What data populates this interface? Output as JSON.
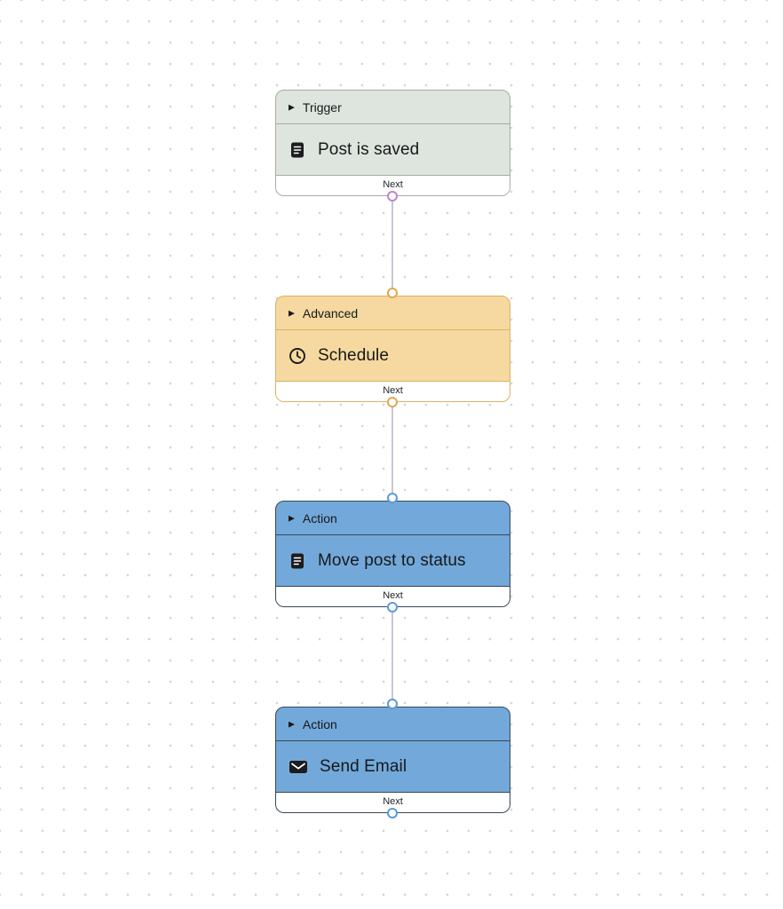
{
  "canvas": {
    "background": "#ffffff",
    "dot_color": "#d6d6da",
    "edge_color": "#c9c7d2"
  },
  "icons": {
    "caret": "▶"
  },
  "nodes": [
    {
      "category": "Trigger",
      "title": "Post is saved",
      "icon": "document-icon",
      "footer_label": "Next",
      "colors": {
        "fill": "#dee5de",
        "border": "#a3ada3",
        "ring": "#c084cc"
      }
    },
    {
      "category": "Advanced",
      "title": "Schedule",
      "icon": "clock-icon",
      "footer_label": "Next",
      "colors": {
        "fill": "#f6d9a0",
        "border": "#ddb264",
        "ring": "#dfa852"
      }
    },
    {
      "category": "Action",
      "title": "Move post to status",
      "icon": "document-icon",
      "footer_label": "Next",
      "colors": {
        "fill": "#73a9da",
        "border": "#3a4754",
        "ring": "#5b9bd5"
      }
    },
    {
      "category": "Action",
      "title": "Send Email",
      "icon": "envelope-icon",
      "footer_label": "Next",
      "colors": {
        "fill": "#73a9da",
        "border": "#3a4754",
        "ring": "#5b9bd5"
      }
    }
  ]
}
